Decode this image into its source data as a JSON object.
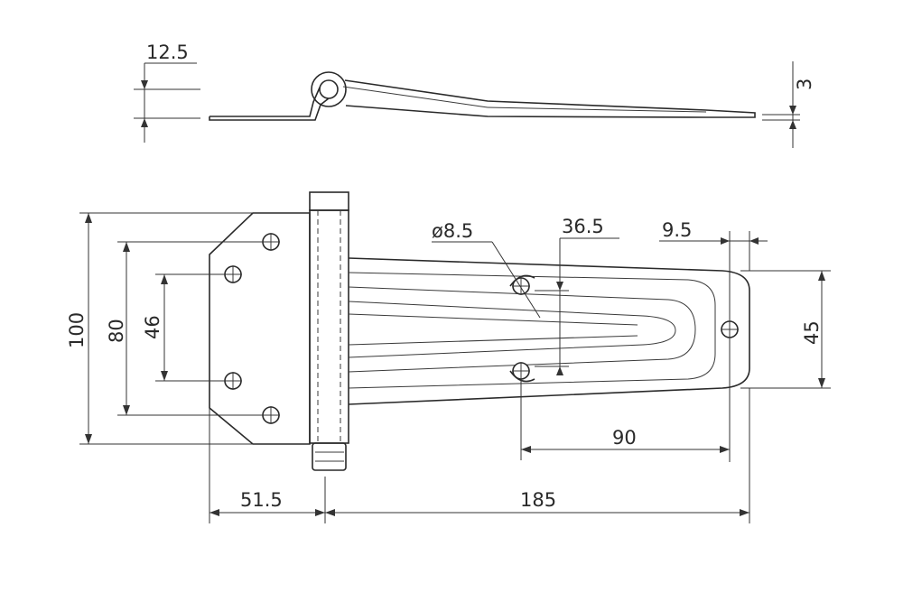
{
  "drawing": {
    "subject": "hinge",
    "side_view": {
      "pin_height_dim": "12.5",
      "thickness_dim": "3"
    },
    "top_view": {
      "height_overall": "100",
      "hole_span_outer": "80",
      "hole_span_inner": "46",
      "hole_diameter": "ø8.5",
      "slot_offset": "36.5",
      "end_hole_offset": "9.5",
      "strap_width": "45",
      "hole_to_end": "90",
      "leaf_width": "51.5",
      "strap_length": "185"
    }
  }
}
